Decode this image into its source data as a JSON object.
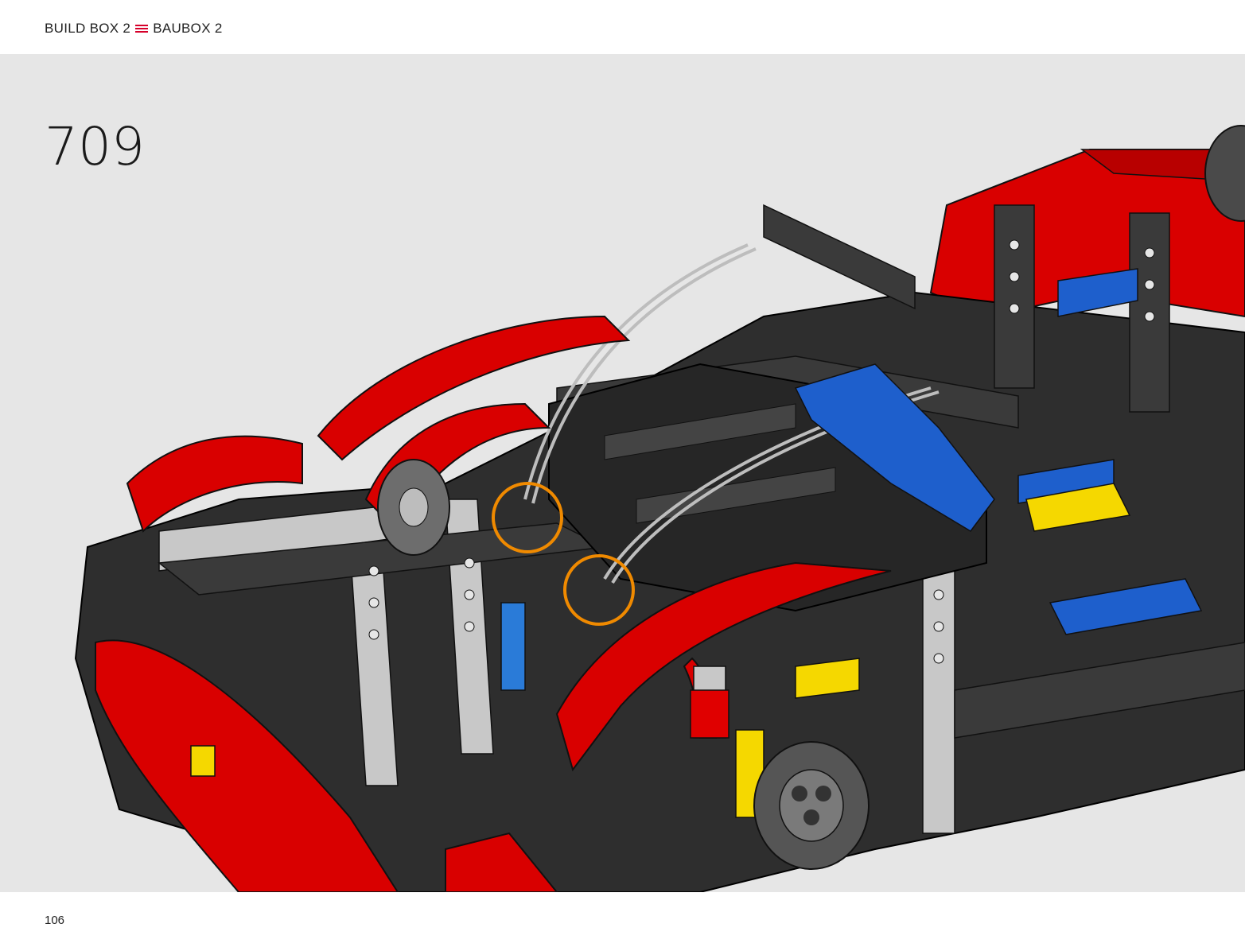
{
  "header": {
    "label_en": "BUILD BOX 2",
    "label_de": "BAUBOX 2",
    "separator_icon": "hamburger-menu-icon",
    "accent_color": "#d6002a"
  },
  "step": {
    "number": "709",
    "callout_color": "#f08a00",
    "callout_count": 2
  },
  "illustration": {
    "subject": "car-chassis-assembly",
    "colors": {
      "body_red": "#d90000",
      "frame_dark": "#2e2e2e",
      "frame_light": "#c8c8c8",
      "accent_blue": "#1e5fcc",
      "accent_yellow": "#f5d800",
      "background": "#e6e6e6"
    }
  },
  "footer": {
    "page_number": "106"
  }
}
